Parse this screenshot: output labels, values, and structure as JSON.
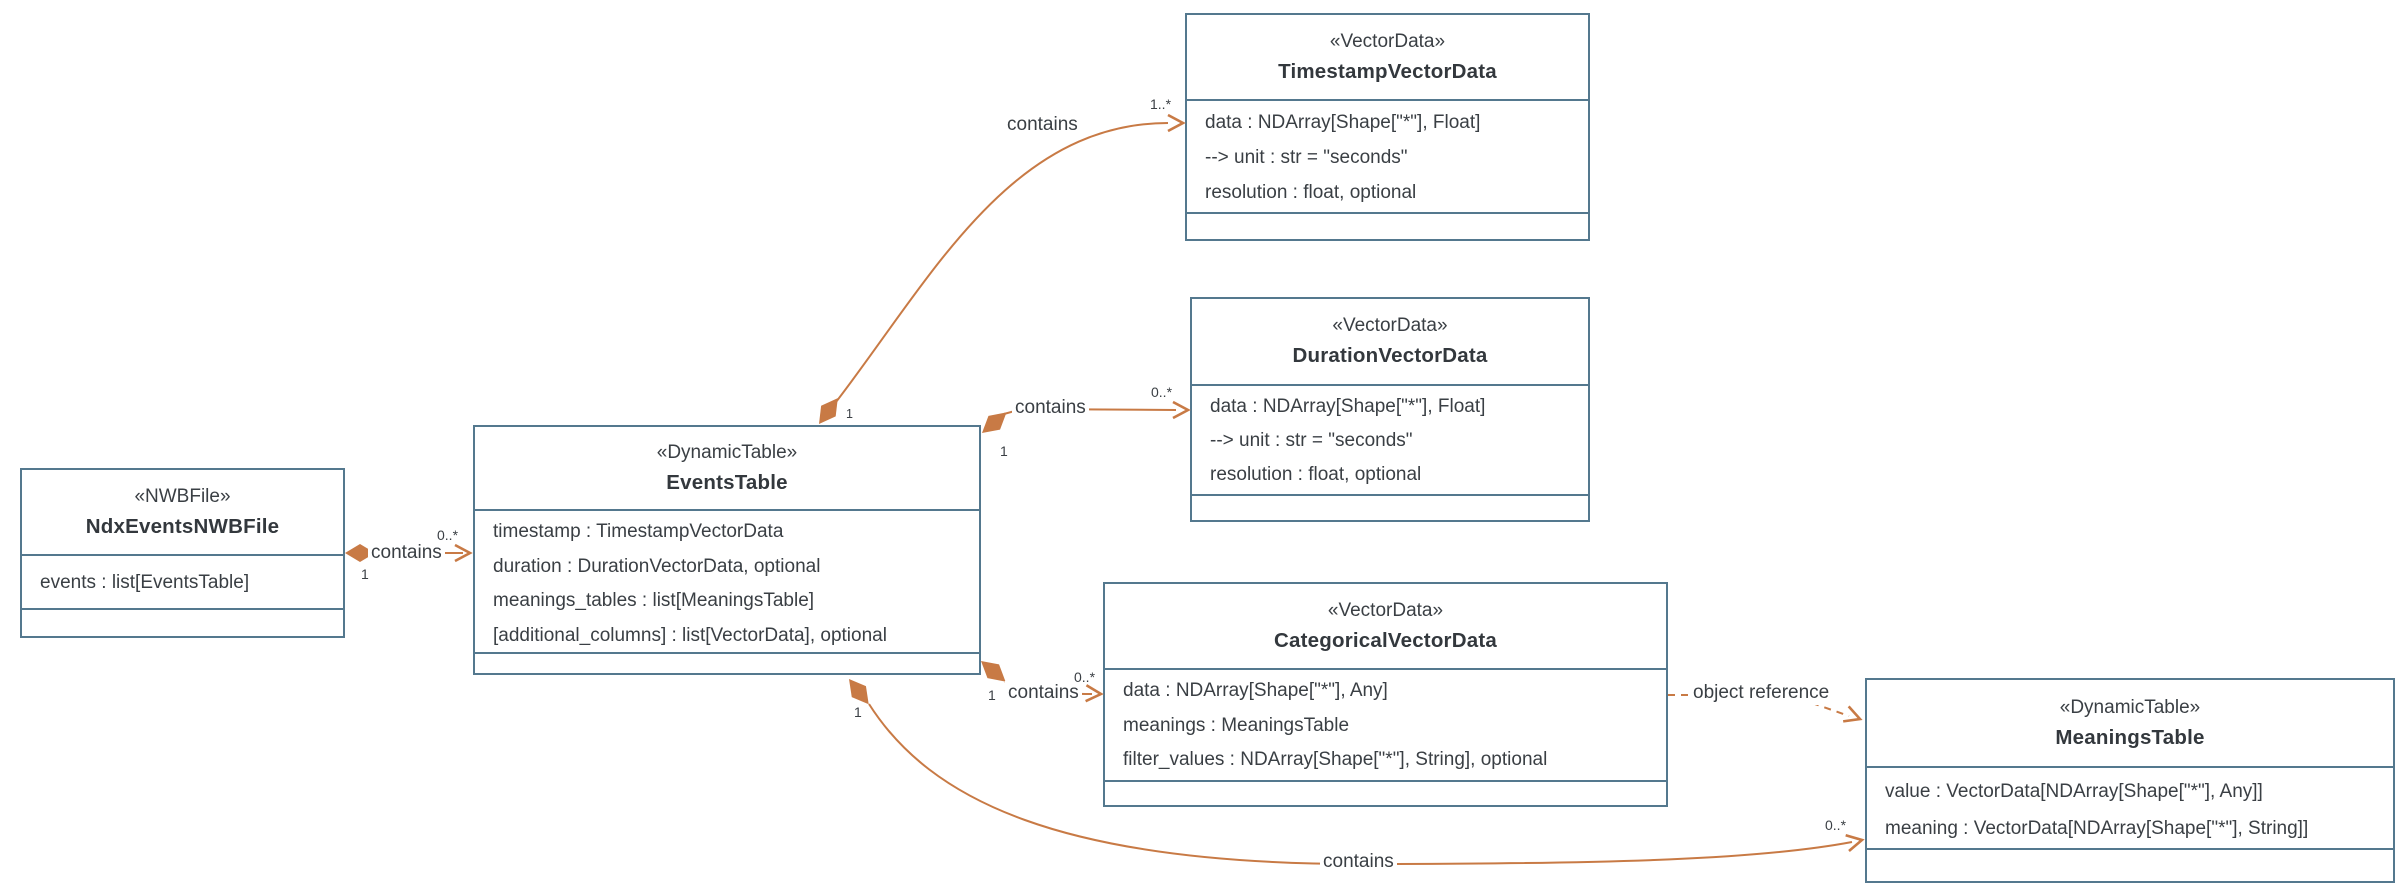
{
  "diagram": {
    "title": "ndx-events UML class diagram",
    "colors": {
      "edge_orange": "#c87a45",
      "box_border_blue": "#54788e",
      "text": "#3a3f44",
      "background": "#ffffff"
    },
    "classes": {
      "ndx_events_nwb_file": {
        "stereotype": "«NWBFile»",
        "name": "NdxEventsNWBFile",
        "attributes": [
          "events : list[EventsTable]"
        ]
      },
      "events_table": {
        "stereotype": "«DynamicTable»",
        "name": "EventsTable",
        "attributes": [
          "timestamp : TimestampVectorData",
          "duration : DurationVectorData, optional",
          "meanings_tables : list[MeaningsTable]",
          "[additional_columns] : list[VectorData], optional"
        ]
      },
      "timestamp_vector_data": {
        "stereotype": "«VectorData»",
        "name": "TimestampVectorData",
        "attributes": [
          "data : NDArray[Shape[\"*\"], Float]",
          "--> unit : str = \"seconds\"",
          "resolution : float, optional"
        ]
      },
      "duration_vector_data": {
        "stereotype": "«VectorData»",
        "name": "DurationVectorData",
        "attributes": [
          "data : NDArray[Shape[\"*\"], Float]",
          "--> unit : str = \"seconds\"",
          "resolution : float, optional"
        ]
      },
      "categorical_vector_data": {
        "stereotype": "«VectorData»",
        "name": "CategoricalVectorData",
        "attributes": [
          "data : NDArray[Shape[\"*\"], Any]",
          "meanings : MeaningsTable",
          "filter_values : NDArray[Shape[\"*\"], String], optional"
        ]
      },
      "meanings_table": {
        "stereotype": "«DynamicTable»",
        "name": "MeaningsTable",
        "attributes": [
          "value : VectorData[NDArray[Shape[\"*\"], Any]]",
          "meaning : VectorData[NDArray[Shape[\"*\"], String]]"
        ]
      }
    },
    "edges": {
      "file_contains_events": {
        "label": "contains",
        "source_mult": "1",
        "target_mult": "0..*"
      },
      "events_contains_timestamp": {
        "label": "contains",
        "source_mult": "1",
        "target_mult": "1..*"
      },
      "events_contains_duration": {
        "label": "contains",
        "source_mult": "1",
        "target_mult": "0..*"
      },
      "events_contains_categorical": {
        "label": "contains",
        "source_mult": "1",
        "target_mult": "0..*"
      },
      "events_contains_meanings": {
        "label": "contains",
        "source_mult": "1",
        "target_mult": "0..*"
      },
      "categorical_references_meanings": {
        "label": "object reference"
      }
    }
  }
}
